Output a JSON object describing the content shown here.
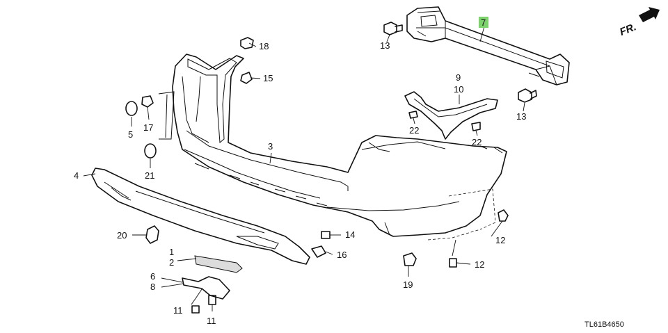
{
  "diagram": {
    "direction_label": "FR.",
    "diagram_code": "TL61B4650",
    "highlight_color": "#7cd36b",
    "callouts": [
      {
        "id": "c1",
        "text": "1"
      },
      {
        "id": "c2",
        "text": "2"
      },
      {
        "id": "c3",
        "text": "3"
      },
      {
        "id": "c4",
        "text": "4"
      },
      {
        "id": "c5",
        "text": "5"
      },
      {
        "id": "c6",
        "text": "6"
      },
      {
        "id": "c7",
        "text": "7"
      },
      {
        "id": "c8",
        "text": "8"
      },
      {
        "id": "c9",
        "text": "9"
      },
      {
        "id": "c10",
        "text": "10"
      },
      {
        "id": "c11a",
        "text": "11"
      },
      {
        "id": "c11b",
        "text": "11"
      },
      {
        "id": "c12a",
        "text": "12"
      },
      {
        "id": "c12b",
        "text": "12"
      },
      {
        "id": "c13a",
        "text": "13"
      },
      {
        "id": "c13b",
        "text": "13"
      },
      {
        "id": "c14",
        "text": "14"
      },
      {
        "id": "c15",
        "text": "15"
      },
      {
        "id": "c16",
        "text": "16"
      },
      {
        "id": "c17",
        "text": "17"
      },
      {
        "id": "c18",
        "text": "18"
      },
      {
        "id": "c19",
        "text": "19"
      },
      {
        "id": "c20",
        "text": "20"
      },
      {
        "id": "c21",
        "text": "21"
      },
      {
        "id": "c22a",
        "text": "22"
      },
      {
        "id": "c22b",
        "text": "22"
      }
    ]
  }
}
